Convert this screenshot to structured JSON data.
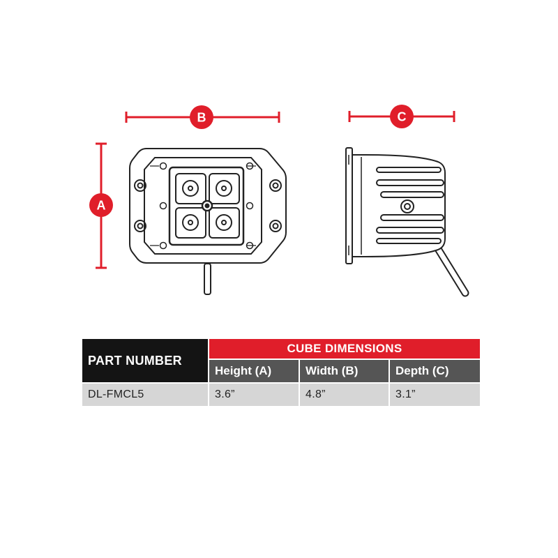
{
  "dimensions": {
    "label_a": "A",
    "label_b": "B",
    "label_c": "C"
  },
  "colors": {
    "accent_red": "#e01e2a",
    "header_black": "#141414",
    "subheader_gray": "#555555",
    "row_gray": "#d6d6d6"
  },
  "table": {
    "part_number_header": "PART NUMBER",
    "group_header": "CUBE DIMENSIONS",
    "columns": [
      "Height (A)",
      "Width (B)",
      "Depth (C)"
    ],
    "row": {
      "part_number": "DL-FMCL5",
      "values": [
        "3.6”",
        "4.8”",
        "3.1”"
      ]
    }
  }
}
